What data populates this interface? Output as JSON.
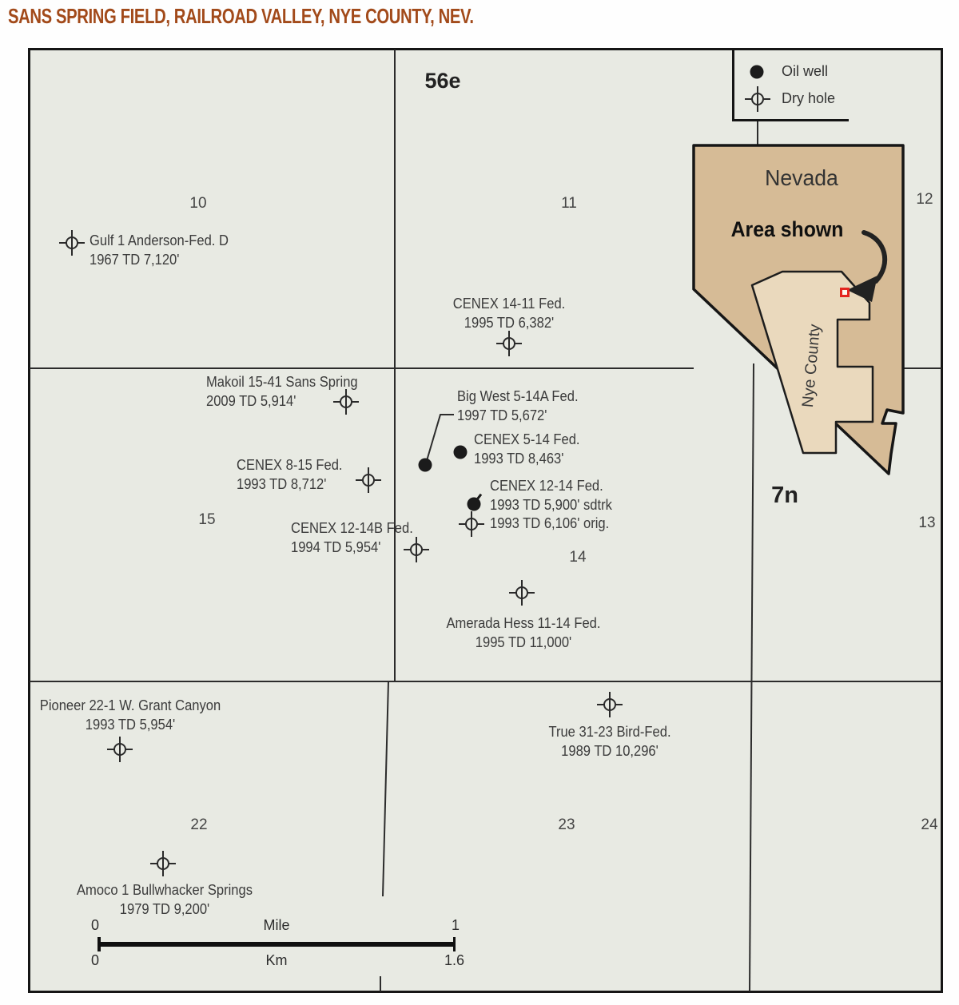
{
  "title": "SANS SPRING FIELD, RAILROAD VALLEY, NYE COUNTY, NEV.",
  "legend": {
    "oil_well": "Oil well",
    "dry_hole": "Dry hole"
  },
  "grid": {
    "range_label": "56e",
    "township_label": "7n",
    "section_numbers": [
      "10",
      "11",
      "12",
      "15",
      "14",
      "13",
      "22",
      "23",
      "24"
    ]
  },
  "inset": {
    "state_name": "Nevada",
    "area_shown": "Area shown",
    "county_name": "Nye County",
    "state_fill": "#d6bb96",
    "county_fill": "#ead9bd",
    "marker_color": "#e4261f"
  },
  "wells": [
    {
      "name": "Gulf 1 Anderson-Fed. D",
      "td": "1967 TD 7,120'",
      "type": "dry"
    },
    {
      "name": "CENEX 14-11 Fed.",
      "td": "1995 TD 6,382'",
      "type": "dry"
    },
    {
      "name": "Makoil 15-41 Sans Spring",
      "td": "2009 TD 5,914'",
      "type": "dry"
    },
    {
      "name": "Big West 5-14A Fed.",
      "td": "1997 TD 5,672'",
      "type": "oil"
    },
    {
      "name": "CENEX 5-14 Fed.",
      "td": "1993 TD 8,463'",
      "type": "oil"
    },
    {
      "name": "CENEX 8-15 Fed.",
      "td": "1993 TD 8,712'",
      "type": "dry"
    },
    {
      "name": "CENEX 12-14 Fed.",
      "td": "1993 TD 5,900' sdtrk",
      "td2": "1993 TD 6,106' orig.",
      "type": "oil+dry"
    },
    {
      "name": "CENEX 12-14B Fed.",
      "td": "1994 TD 5,954'",
      "type": "dry"
    },
    {
      "name": "Amerada Hess 11-14 Fed.",
      "td": "1995 TD 11,000'",
      "type": "dry"
    },
    {
      "name": "Pioneer 22-1 W. Grant Canyon",
      "td": "1993 TD 5,954'",
      "type": "dry"
    },
    {
      "name": "True 31-23 Bird-Fed.",
      "td": "1989 TD 10,296'",
      "type": "dry"
    },
    {
      "name": "Amoco 1 Bullwhacker Springs",
      "td": "1979 TD 9,200'",
      "type": "dry"
    }
  ],
  "scale": {
    "mile_zero": "0",
    "mile_label": "Mile",
    "mile_one": "1",
    "km_zero": "0",
    "km_label": "Km",
    "km_end": "1.6"
  },
  "colors": {
    "title_text": "#a24a1a",
    "map_bg": "#e8eae3",
    "label_text": "#3b3b3b"
  }
}
